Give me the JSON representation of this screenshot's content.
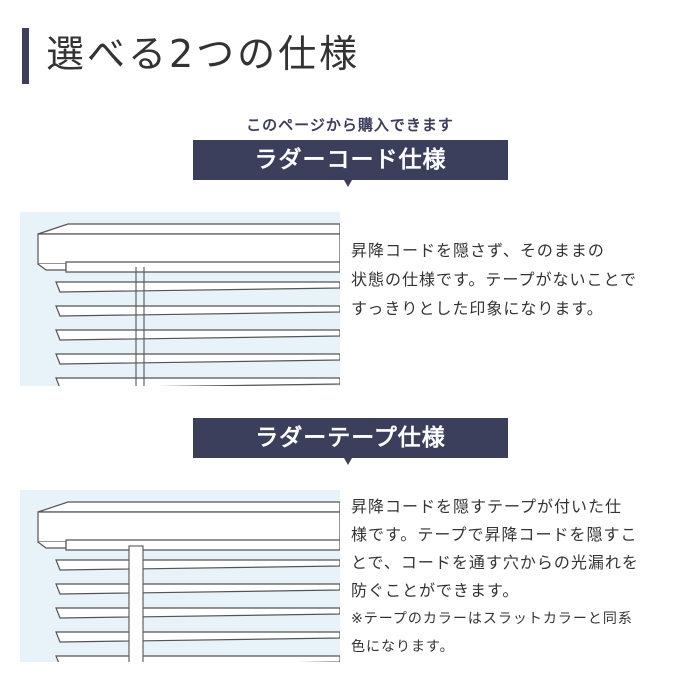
{
  "page_title": "選べる2つの仕様",
  "purchase_note": "このページから購入できます",
  "sections": [
    {
      "label": "ラダーコード仕様",
      "lines": [
        "昇降コードを隠さず、そのままの",
        "状態の仕様です。テープがないことで",
        "すっきりとした印象になります。"
      ]
    },
    {
      "label": "ラダーテープ仕様",
      "lines": [
        "昇降コードを隠すテープが付いた仕",
        "様です。テープで昇降コードを隠すこ",
        "とで、コードを通す穴からの光漏れを",
        "防ぐことができます。"
      ],
      "footnote_lines": [
        "※テープのカラーはスラットカラーと同系",
        "色になります。"
      ]
    }
  ],
  "colors": {
    "accent": "#3b3f5c",
    "illustration_bg": "#e7f3f8"
  }
}
